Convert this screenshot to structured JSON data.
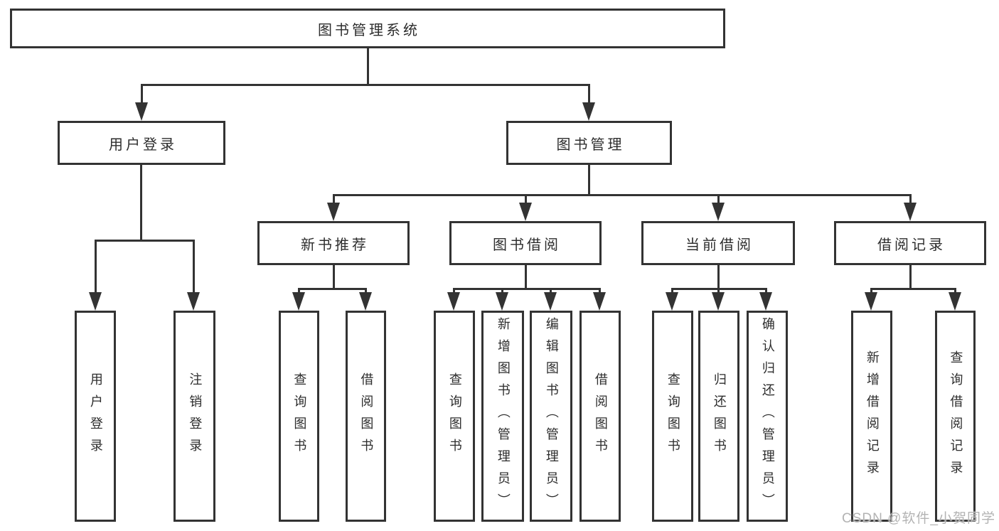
{
  "diagram": {
    "root": {
      "label": "图书管理系统"
    },
    "branches": [
      {
        "label": "用户登录",
        "children": [
          {
            "label": "用户登录"
          },
          {
            "label": "注销登录"
          }
        ]
      },
      {
        "label": "图书管理",
        "children": [
          {
            "label": "新书推荐",
            "children": [
              {
                "label": "查询图书"
              },
              {
                "label": "借阅图书"
              }
            ]
          },
          {
            "label": "图书借阅",
            "children": [
              {
                "label": "查询图书"
              },
              {
                "label": "新增图书（管理员）"
              },
              {
                "label": "编辑图书（管理员）"
              },
              {
                "label": "借阅图书"
              }
            ]
          },
          {
            "label": "当前借阅",
            "children": [
              {
                "label": "查询图书"
              },
              {
                "label": "归还图书"
              },
              {
                "label": "确认归还（管理员）"
              }
            ]
          },
          {
            "label": "借阅记录",
            "children": [
              {
                "label": "新增借阅记录"
              },
              {
                "label": "查询借阅记录"
              }
            ]
          }
        ]
      }
    ]
  },
  "watermark": {
    "text": "CSDN @软件_小贺同学"
  },
  "colors": {
    "line": "#333333",
    "text": "#2d2d2d",
    "background": "#ffffff",
    "watermark": "#b3b3b3"
  }
}
